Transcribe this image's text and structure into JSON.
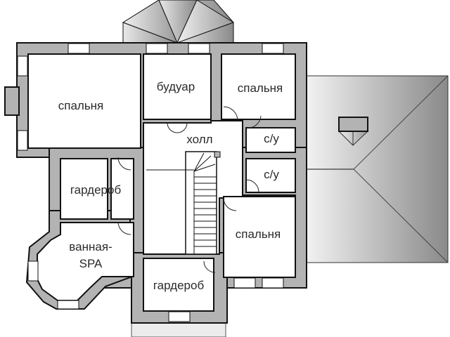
{
  "plan": {
    "title": "Floor plan",
    "rooms": [
      {
        "id": "bedroom-1",
        "label": "спальня"
      },
      {
        "id": "boudoir",
        "label": "будуар"
      },
      {
        "id": "bedroom-2",
        "label": "спальня"
      },
      {
        "id": "hall",
        "label": "холл"
      },
      {
        "id": "wc-1",
        "label": "с/у"
      },
      {
        "id": "wc-2",
        "label": "с/у"
      },
      {
        "id": "wardrobe-1",
        "label": "гардероб"
      },
      {
        "id": "bath-spa-line1",
        "label": "ванная-"
      },
      {
        "id": "bath-spa-line2",
        "label": "SPA"
      },
      {
        "id": "bedroom-3",
        "label": "спальня"
      },
      {
        "id": "wardrobe-2",
        "label": "гардероб"
      }
    ],
    "colors": {
      "wall": "#b3b3b3",
      "outline": "#111111",
      "roof_light": "#f2f2f2",
      "roof_dark": "#8a8a8a",
      "background": "#ffffff"
    }
  }
}
